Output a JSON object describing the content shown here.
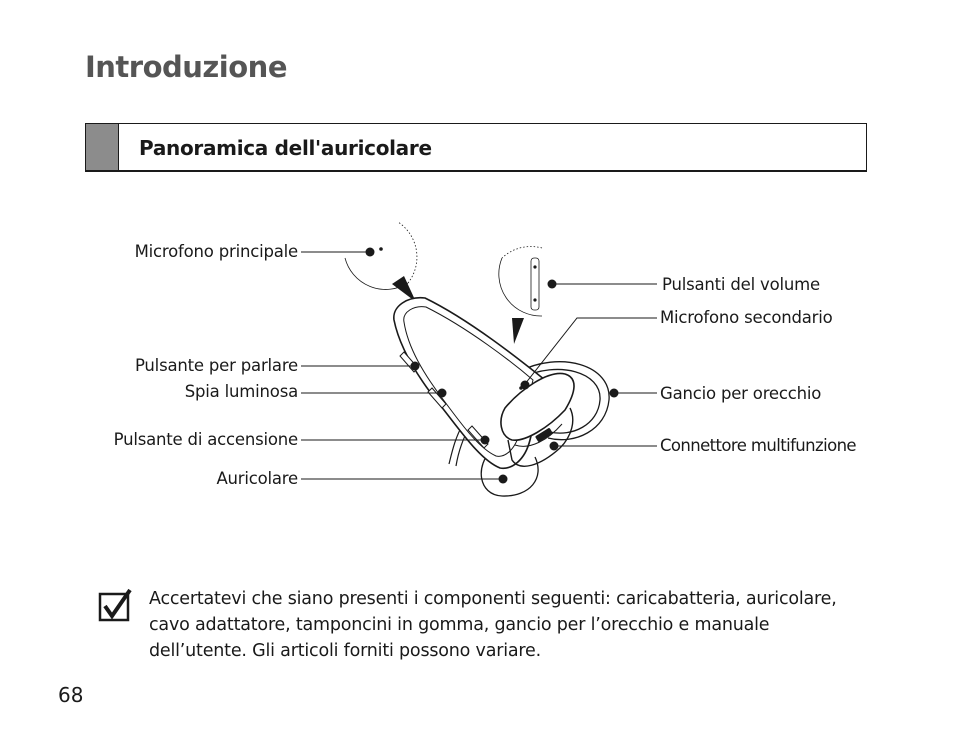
{
  "page": {
    "title": "Introduzione",
    "section_heading": "Panoramica dell'auricolare",
    "page_number": "68"
  },
  "diagram": {
    "labels_left": {
      "main_mic": "Microfono principale",
      "talk_button": "Pulsante per parlare",
      "indicator_light": "Spia luminosa",
      "power_button": "Pulsante di accensione",
      "earpiece": "Auricolare"
    },
    "labels_right": {
      "volume_buttons": "Pulsanti del volume",
      "secondary_mic": "Microfono secondario",
      "ear_hook": "Gancio per orecchio",
      "multifunction_connector": "Connettore multifunzione"
    }
  },
  "note": {
    "icon": "checkbox-check-icon",
    "text": "Accertatevi che siano presenti i componenti seguenti: caricabatteria, auricolare, cavo adattatore, tamponcini in gomma, gancio per l’orecchio e manuale dell’utente. Gli articoli forniti possono variare."
  }
}
